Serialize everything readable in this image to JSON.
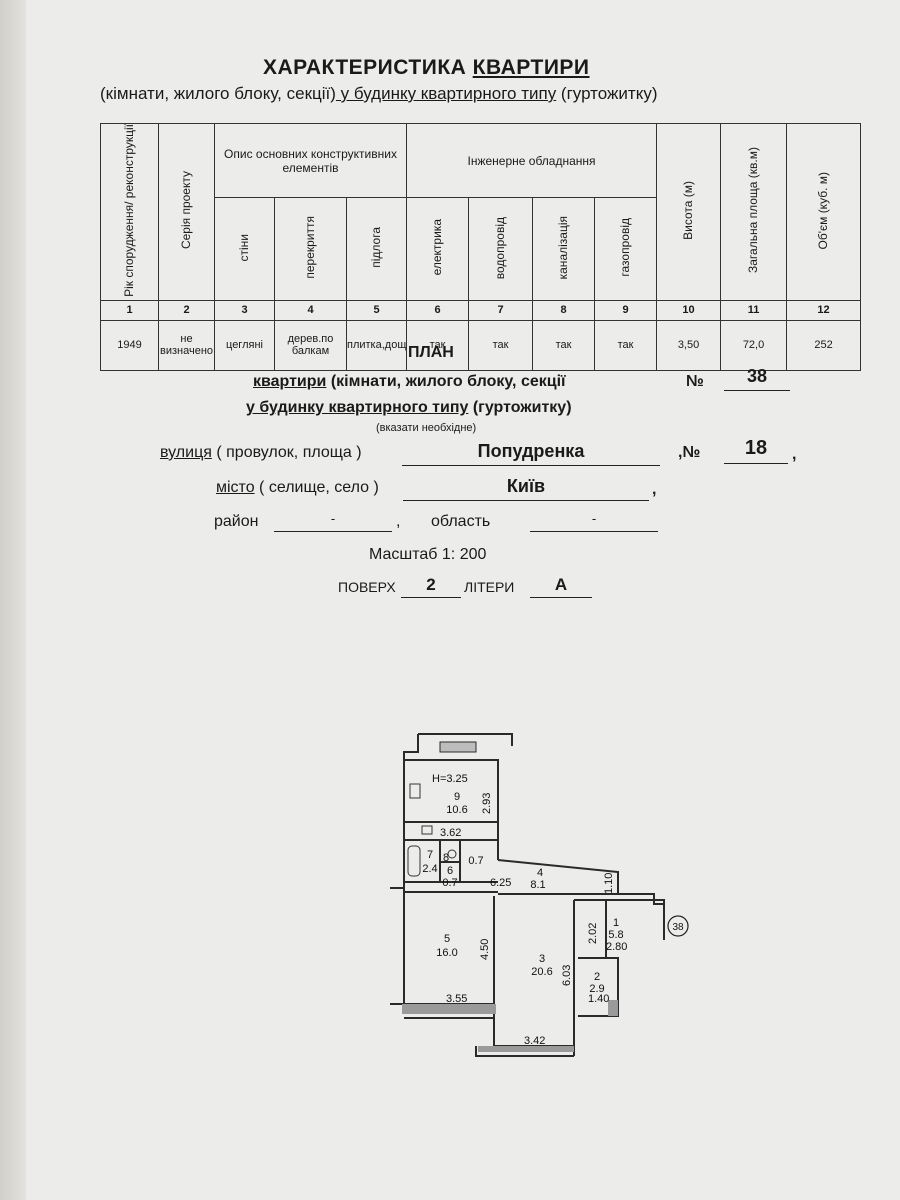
{
  "header": {
    "title_part1": "ХАРАКТЕРИСТИКА ",
    "title_part2": "КВАРТИРИ",
    "subtitle_part1": "(кімнати, жилого блоку, секції)",
    "subtitle_part2": " у будинку квартирного типу",
    "subtitle_part3": " (гуртожитку)"
  },
  "table": {
    "headers": {
      "year": "Рік спорудження/ реконструкції",
      "series": "Серія проекту",
      "structural_group": "Опис основних конструктивних елементів",
      "walls": "стіни",
      "floors_over": "перекриття",
      "floor": "підлога",
      "engineering_group": "Інженерне обладнання",
      "electric": "електрика",
      "water": "водопровід",
      "sewer": "каналізація",
      "gas": "газопровід",
      "height": "Висота (м)",
      "total_area": "Загальна площа (кв.м)",
      "volume": "Об'єм (куб. м)"
    },
    "numbers": [
      "1",
      "2",
      "3",
      "4",
      "5",
      "6",
      "7",
      "8",
      "9",
      "10",
      "11",
      "12"
    ],
    "values": [
      "1949",
      "не визначено",
      "цегляні",
      "дерев.по балкам",
      "плитка,дощата",
      "так",
      "так",
      "так",
      "так",
      "3,50",
      "72,0",
      "252"
    ]
  },
  "plan": {
    "title": "ПЛАН",
    "line1_part1": "квартири",
    "line1_part2": " (кімнати, жилого блоку, секції",
    "no_label": "№",
    "apartment_no": "38",
    "line2_part1": "у будинку квартирного типу",
    "line2_part2": " (гуртожитку)",
    "note": "(вказати необхідне)",
    "street_label": "вулиця",
    "street_rest": " ( провулок, площа )",
    "street_value": "Попудренка",
    "house_no_label": ",№",
    "house_no": "18",
    "comma": ",",
    "city_label": "місто",
    "city_rest": " ( селище, село )",
    "city_value": "Київ",
    "district_label": "район",
    "district_value": "-",
    "region_label": "область",
    "region_value": "-",
    "scale": "Масштаб 1: 200",
    "floor_label": "ПОВЕРХ",
    "floor_value": "2",
    "letter_label": "ЛІТЕРИ",
    "letter_value": "А"
  },
  "floorplan": {
    "height_label": "H=3.25",
    "rooms": [
      {
        "no": "9",
        "area": "10.6"
      },
      {
        "no": "8",
        "area": "0.7"
      },
      {
        "no": "7",
        "area": "2.4"
      },
      {
        "no": "6",
        "area": "0.7"
      },
      {
        "no": "4",
        "area": "8.1"
      },
      {
        "no": "5",
        "area": "16.0"
      },
      {
        "no": "3",
        "area": "20.6"
      },
      {
        "no": "1",
        "area": "5.8"
      },
      {
        "no": "2",
        "area": "2.9"
      }
    ],
    "dims": [
      "2.93",
      "3.62",
      "6.25",
      "1.10",
      "2.02",
      "2.80",
      "4.50",
      "6.03",
      "1.40",
      "3.55",
      "3.42"
    ],
    "apt_marker": "38"
  }
}
